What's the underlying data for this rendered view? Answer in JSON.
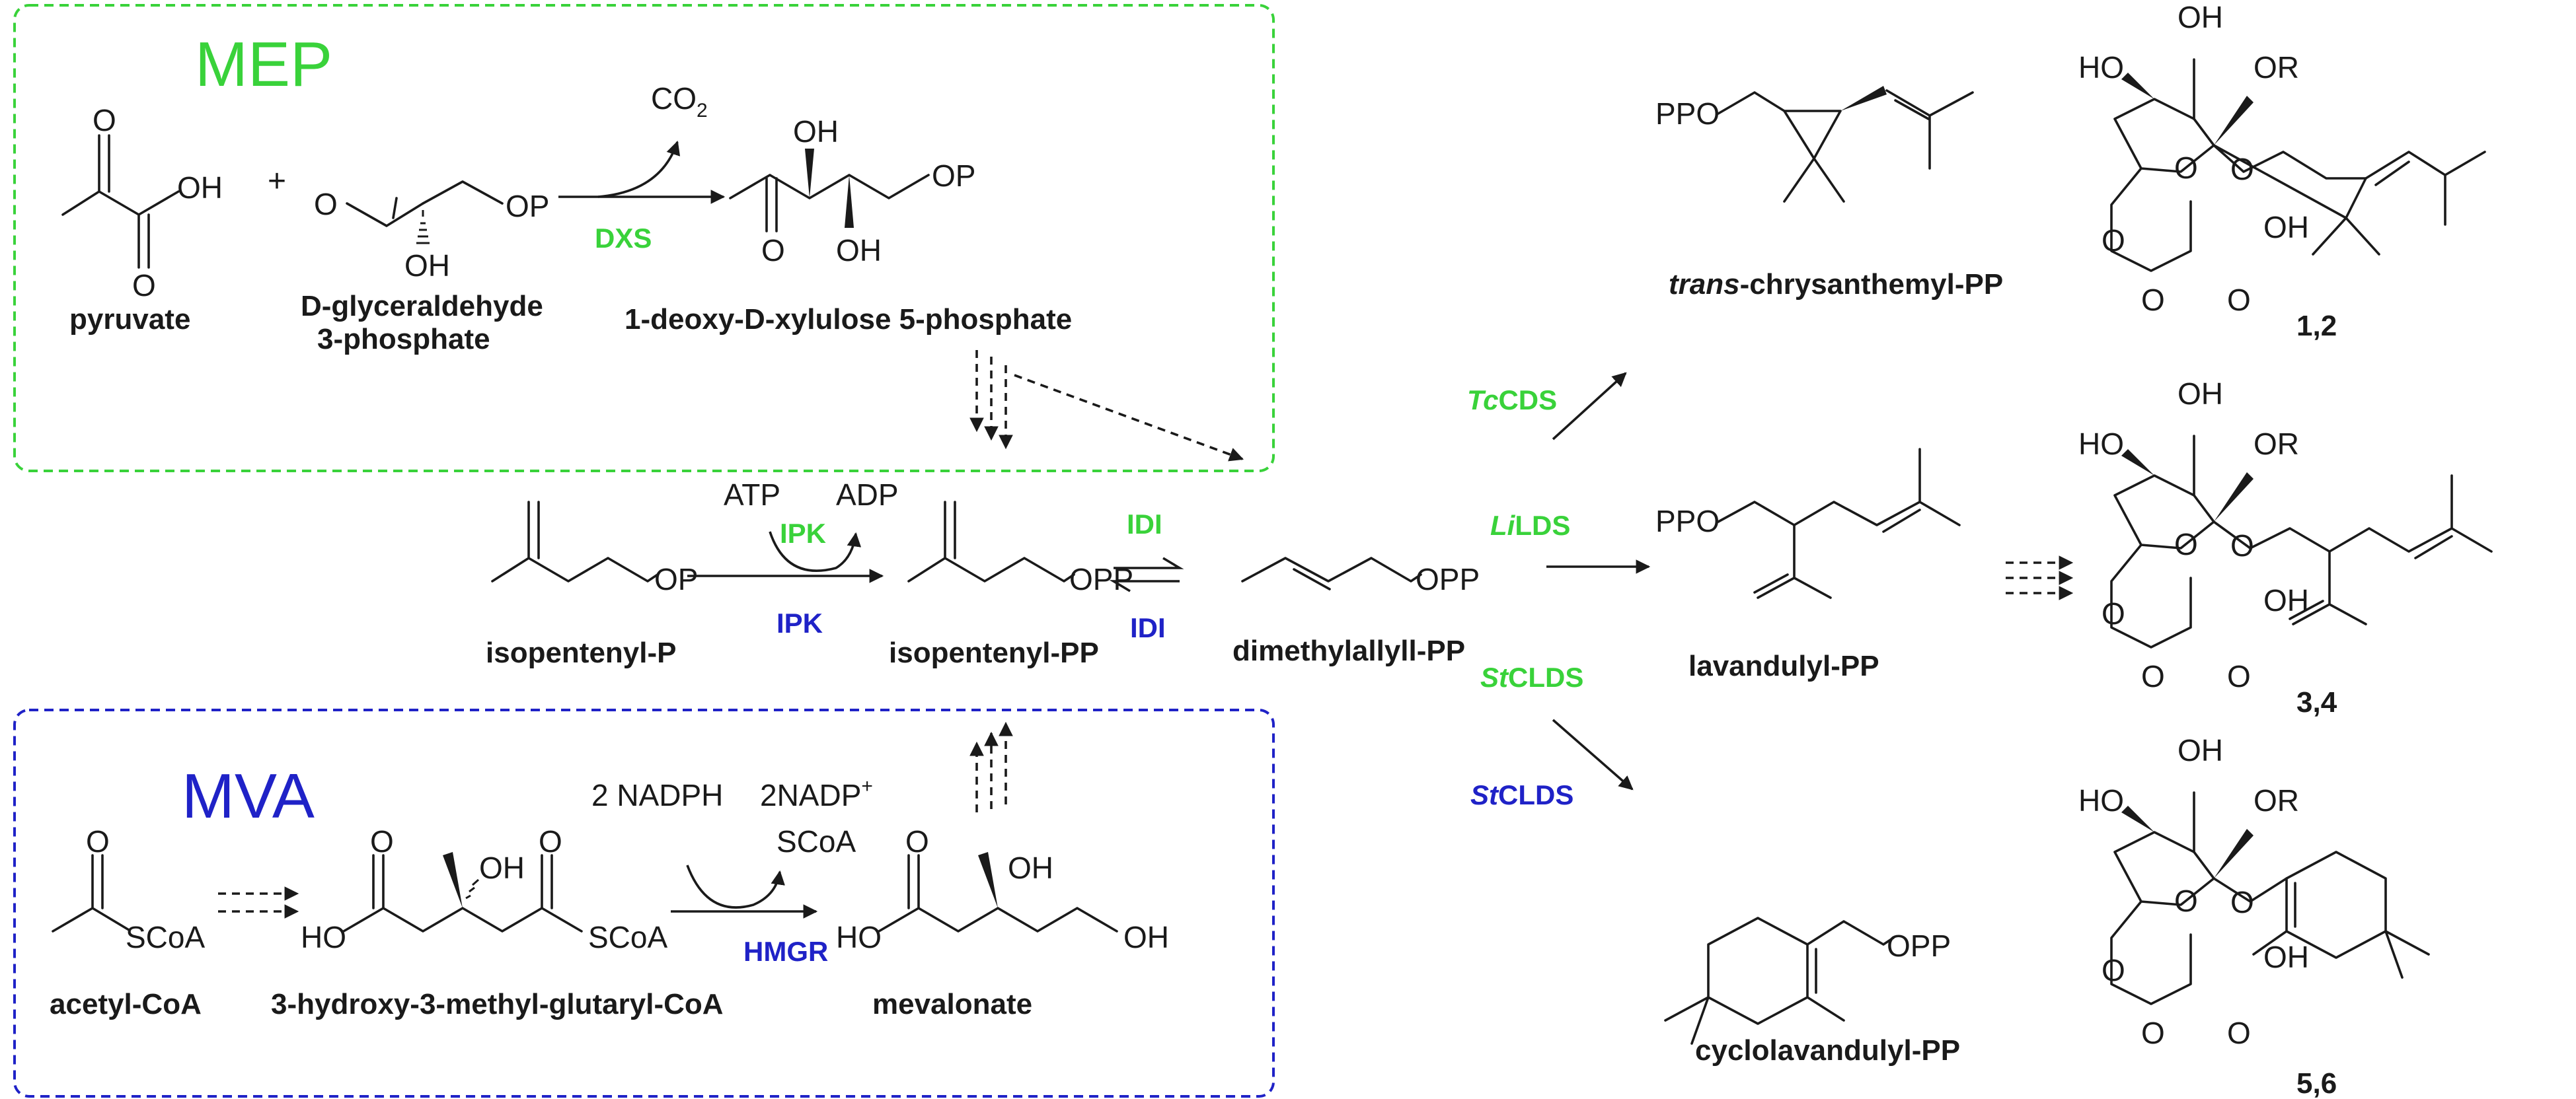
{
  "modules": {
    "mep": {
      "title": "MEP",
      "color": "#39d23a"
    },
    "mva": {
      "title": "MVA",
      "color": "#1f22c7"
    }
  },
  "atoms": {
    "co2": "CO",
    "co2_sub": "2",
    "oh": "OH",
    "o": "O",
    "op": "OP",
    "opp": "OPP",
    "ppo": "PPO",
    "ho": "HO",
    "or": "OR",
    "plus": "+",
    "scoa": "SCoA",
    "atp": "ATP",
    "adp": "ADP",
    "nadph": "2 NADPH",
    "nadp": "2NADP",
    "nadp_sup": "+"
  },
  "compounds": {
    "pyruvate": "pyruvate",
    "g3p_line1": "D-glyceraldehyde",
    "g3p_line2": "3-phosphate",
    "dxp": "1-deoxy-D-xylulose 5-phosphate",
    "ip": "isopentenyl-P",
    "ipp": "isopentenyl-PP",
    "dmapp": "dimethylallyll-PP",
    "acetyl_coa": "acetyl-CoA",
    "hmg_coa": "3-hydroxy-3-methyl-glutaryl-CoA",
    "mevalonate": "mevalonate",
    "chrys_italic": "trans",
    "chrys_rest": "-chrysanthemyl-PP",
    "lavandulyl": "lavandulyl-PP",
    "cyclolavandulyl": "cyclolavandulyl-PP",
    "prod_12": "1,2",
    "prod_34": "3,4",
    "prod_56": "5,6"
  },
  "enzymes": {
    "dxs": "DXS",
    "ipk_green": "IPK",
    "ipk_blue": "IPK",
    "idi_green": "IDI",
    "idi_blue": "IDI",
    "hmgr": "HMGR",
    "tccds_italic": "Tc",
    "tccds_rest": "CDS",
    "lilds_italic": "Li",
    "lilds_rest": "LDS",
    "stclds_green_italic": "St",
    "stclds_green_rest": "CLDS",
    "stclds_blue_italic": "St",
    "stclds_blue_rest": "CLDS"
  },
  "colors": {
    "green": "#39d23a",
    "blue": "#1f22c7",
    "ink": "#1a1a1a"
  }
}
